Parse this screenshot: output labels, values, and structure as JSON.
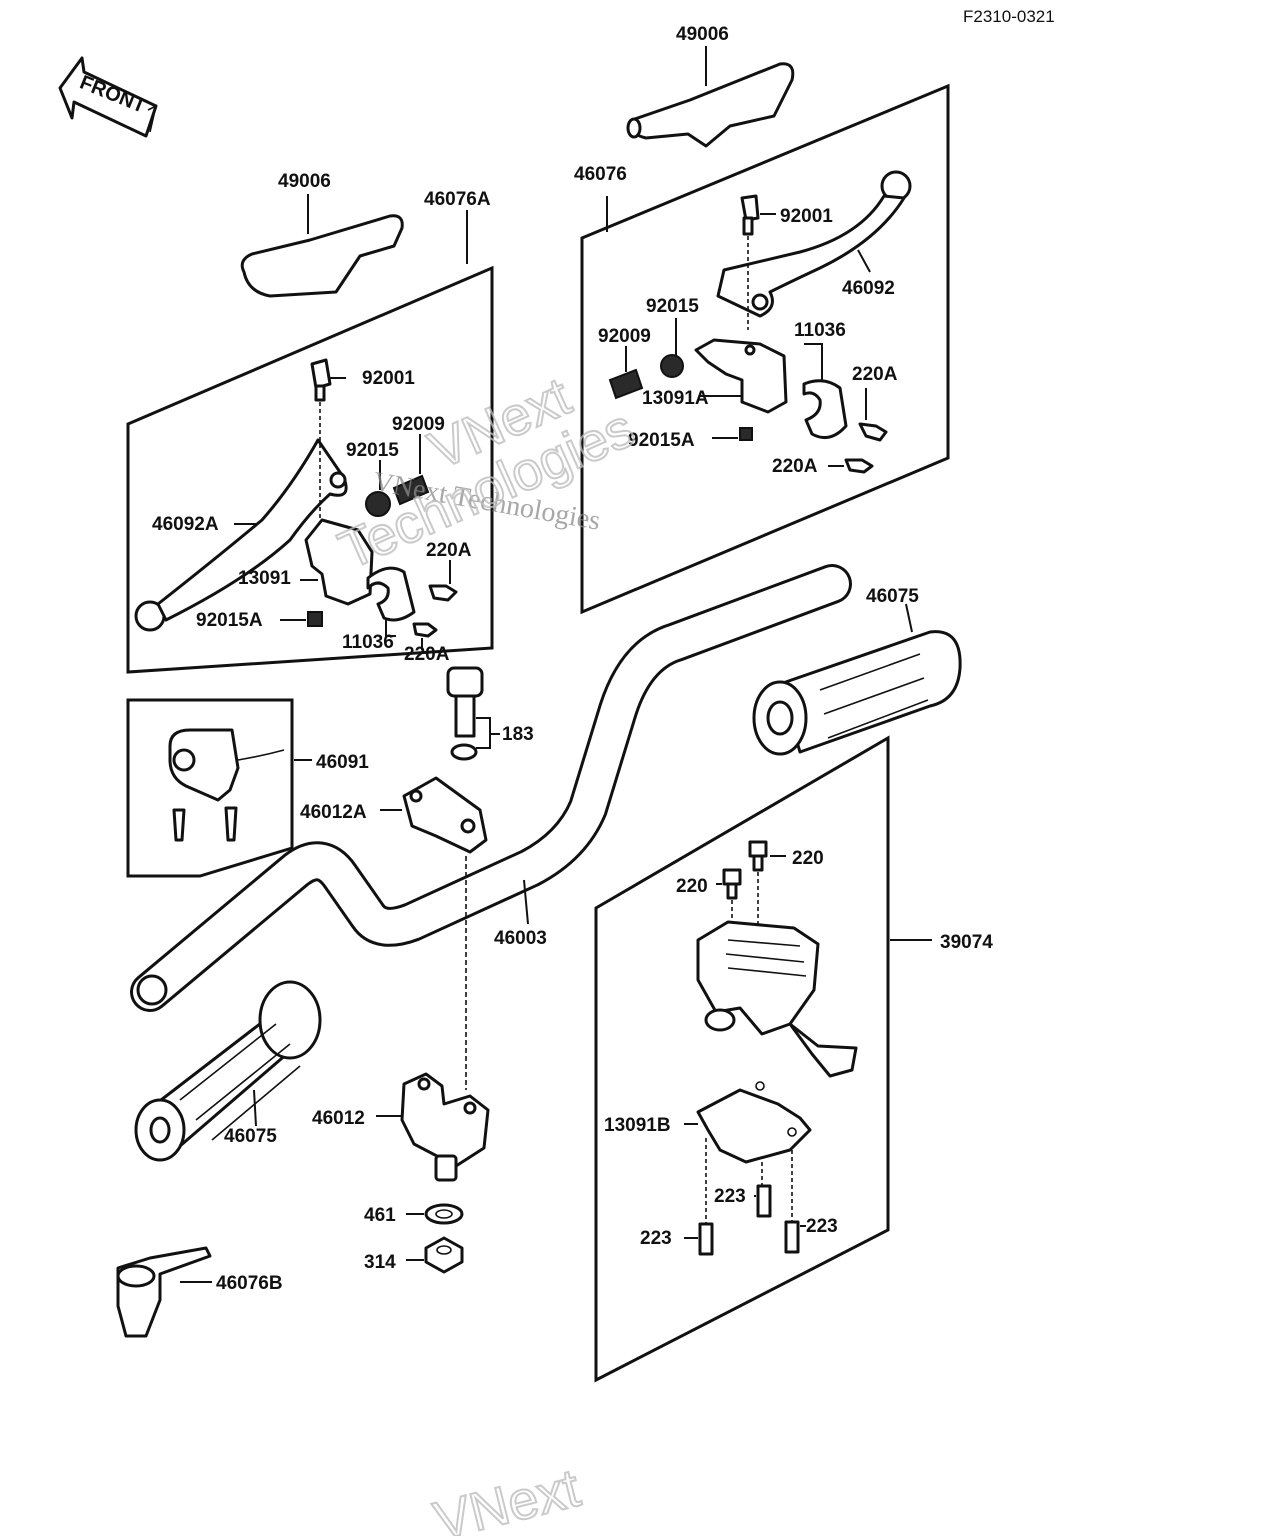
{
  "code": "F2310-0321",
  "front_label": "FRONT",
  "watermark": "VNext Technologies",
  "labels": {
    "p49006_right": "49006",
    "p49006_left": "49006",
    "p46076": "46076",
    "p46076A": "46076A",
    "p92001_right": "92001",
    "p46092": "46092",
    "p92015_right": "92015",
    "p92009_right": "92009",
    "p11036_right": "11036",
    "p220A_r1": "220A",
    "p13091A": "13091A",
    "p92015A_right": "92015A",
    "p220A_r2": "220A",
    "p92001_left": "92001",
    "p92009_left": "92009",
    "p92015_left": "92015",
    "p46092A": "46092A",
    "p220A_l1": "220A",
    "p13091": "13091",
    "p92015A_left": "92015A",
    "p11036_left": "11036",
    "p220A_l2": "220A",
    "p46075_right": "46075",
    "p183": "183",
    "p46091": "46091",
    "p46012A": "46012A",
    "p46003": "46003",
    "p220_a": "220",
    "p220_b": "220",
    "p39074": "39074",
    "p46075_left": "46075",
    "p46012": "46012",
    "p13091B": "13091B",
    "p223_a": "223",
    "p223_b": "223",
    "p223_c": "223",
    "p461": "461",
    "p314": "314",
    "p46076B": "46076B"
  }
}
